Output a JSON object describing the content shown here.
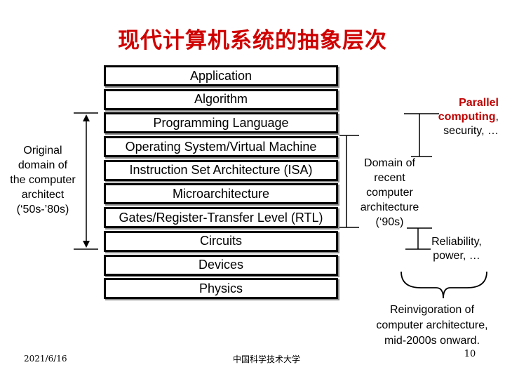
{
  "title": "现代计算机系统的抽象层次",
  "layers": [
    "Application",
    "Algorithm",
    "Programming Language",
    "Operating System/Virtual Machine",
    "Instruction Set Architecture (ISA)",
    "Microarchitecture",
    "Gates/Register-Transfer Level (RTL)",
    "Circuits",
    "Devices",
    "Physics"
  ],
  "original_domain": [
    "Original",
    "domain of",
    "the computer",
    "architect",
    "(‘50s-’80s)"
  ],
  "recent_domain": [
    "Domain of",
    "recent",
    "computer",
    "architecture",
    "(‘90s)"
  ],
  "parallel": {
    "line1": "Parallel",
    "line2": "computing",
    "comma": ",",
    "line3": "security, …"
  },
  "reliability": [
    "Reliability,",
    "power, …"
  ],
  "reinvigoration": [
    "Reinvigoration of",
    "computer architecture,",
    "mid-2000s onward."
  ],
  "footer": {
    "date": "2021/6/16",
    "institution": "中国科学技术大学",
    "page": "10"
  },
  "colors": {
    "title": "#d00000",
    "parallel": "#c00000",
    "border": "#000000",
    "shadow": "#8a8a8a"
  }
}
